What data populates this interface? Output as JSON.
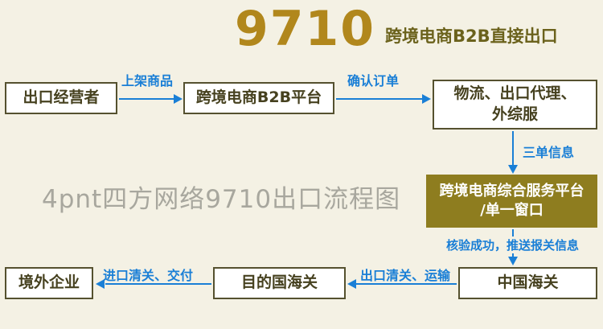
{
  "title": {
    "number": "9710",
    "subtitle": "跨境电商B2B直接出口"
  },
  "watermark": "4pnt四方网络9710出口流程图",
  "nodes": {
    "exporter": {
      "label": "出口经营者"
    },
    "b2b_platform": {
      "label": "跨境电商B2B平台"
    },
    "logistics": {
      "line1": "物流、出口代理、",
      "line2": "外综服"
    },
    "service_platform": {
      "line1": "跨境电商综合服务平台",
      "line2": "/单一窗口"
    },
    "china_customs": {
      "label": "中国海关"
    },
    "destination_customs": {
      "label": "目的国海关"
    },
    "overseas_enterprise": {
      "label": "境外企业"
    }
  },
  "edges": {
    "list_goods": "上架商品",
    "confirm_order": "确认订单",
    "three_documents": "三单信息",
    "verify_push": "核验成功，推送报关信息",
    "export_clearance": "出口清关、运输",
    "import_clearance": "进口清关、交付"
  },
  "colors": {
    "background": "#f4f1e4",
    "title_gold": "#b1871c",
    "subtitle": "#6b621c",
    "box_border": "#55512f",
    "box_text": "#46411f",
    "highlight_bg": "#8e7d1f",
    "highlight_text": "#ffffff",
    "arrow_blue": "#1a7fd6",
    "watermark_gray": "#a8a79e"
  }
}
